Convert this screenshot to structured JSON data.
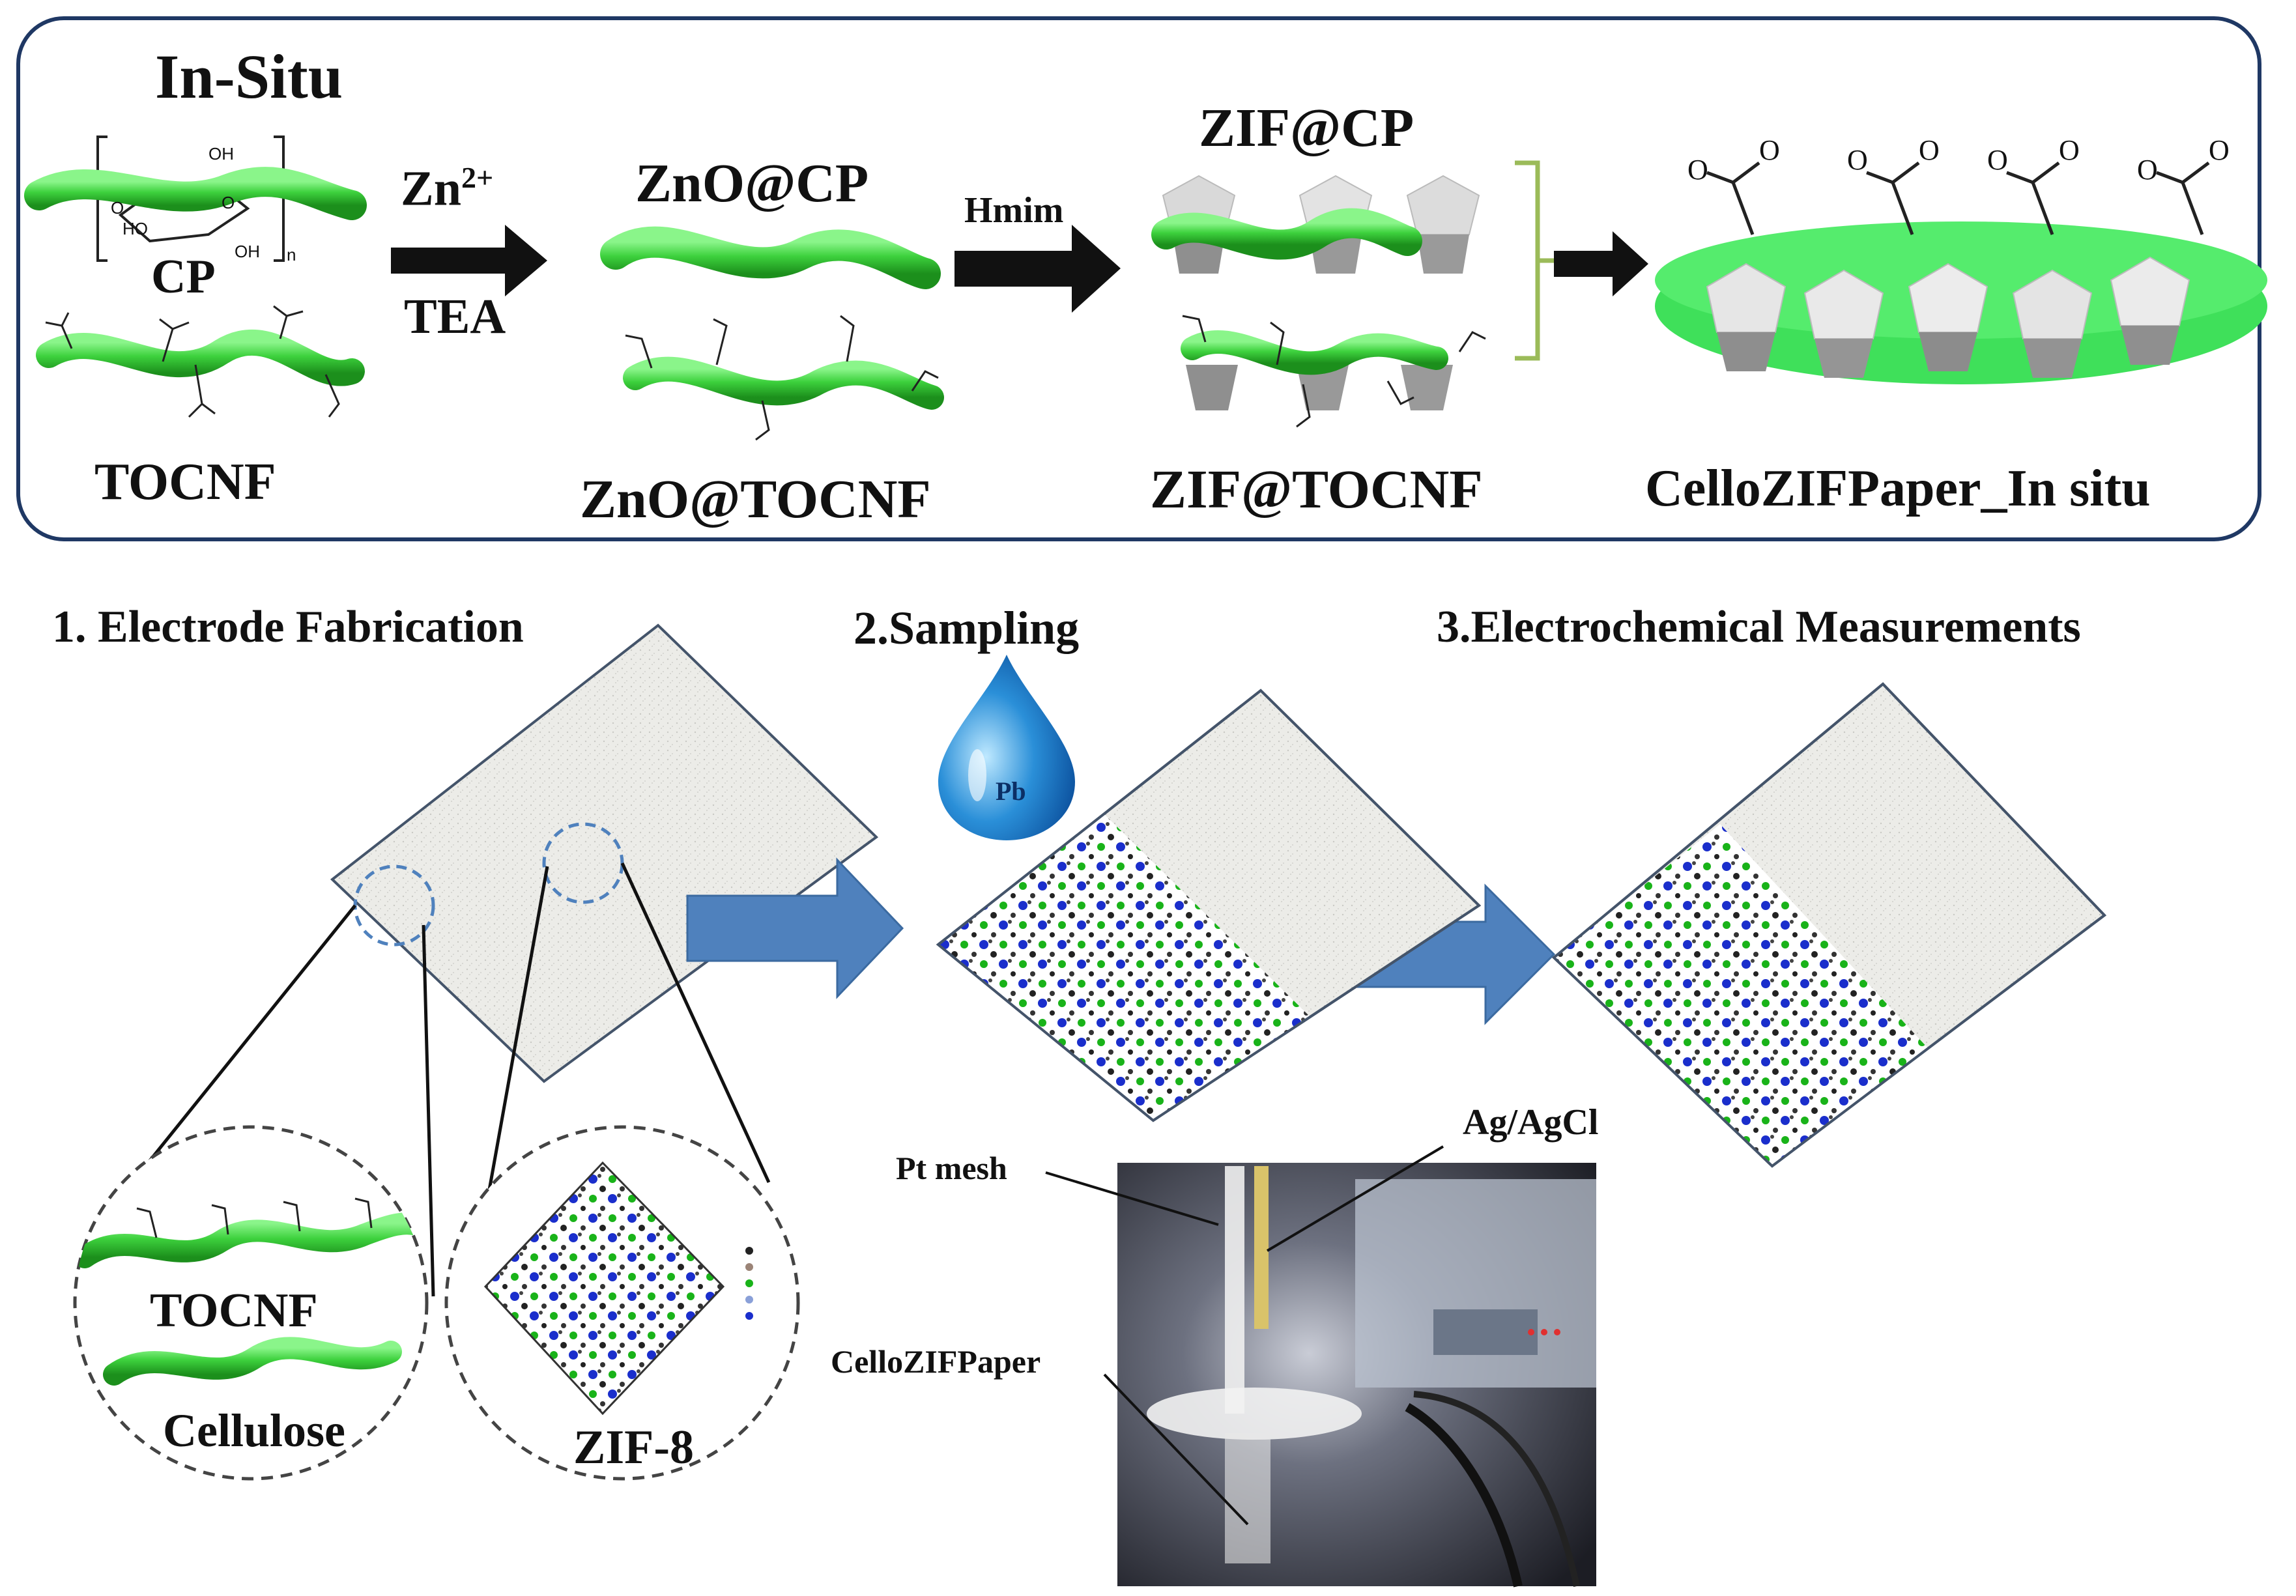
{
  "top_panel": {
    "title": "In-Situ",
    "cp_label": "CP",
    "tocnf_label": "TOCNF",
    "reagent_zn": "Zn",
    "reagent_zn_charge": "2+",
    "reagent_tea": "TEA",
    "zno_cp_label": "ZnO@CP",
    "zno_tocnf_label": "ZnO@TOCNF",
    "reagent_hmim": "Hmim",
    "zif_cp_label": "ZIF@CP",
    "zif_tocnf_label": "ZIF@TOCNF",
    "product_label": "CelloZIFPaper_In situ"
  },
  "bottom_panel": {
    "step1": "1. Electrode Fabrication",
    "step2": "2.Sampling",
    "step3": "3.Electrochemical Measurements",
    "drop_label": "Pb",
    "zoom_tocnf": "TOCNF",
    "zoom_cellulose": "Cellulose",
    "zoom_zif8": "ZIF-8",
    "photo_ag": "Ag/AgCl",
    "photo_pt": "Pt mesh",
    "photo_cellozif": "CelloZIFPaper"
  },
  "colors": {
    "fiber_green": "#3dd13d",
    "arrow_blue": "#4f81bd",
    "frame_navy": "#1f3864",
    "paper_grey": "#e9e9e6",
    "zif_blue": "#1a2ecc",
    "zif_green": "#19b319",
    "bracket_green": "#9bbb59"
  }
}
